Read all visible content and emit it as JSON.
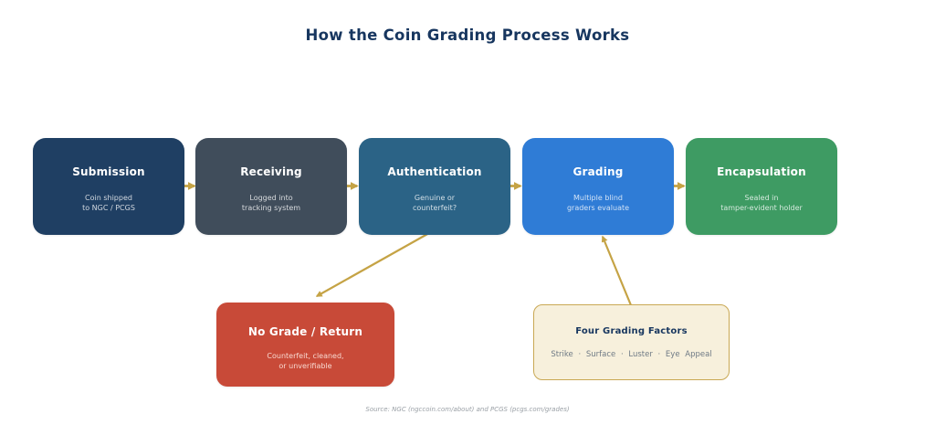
{
  "title": "How the Coin Grading Process Works",
  "process_steps": [
    {
      "label": "Submission",
      "description": "Coin shipped\nto NGC / PCGS",
      "color": "#1f3f63"
    },
    {
      "label": "Receiving",
      "description": "Logged into\ntracking system",
      "color": "#404d5b"
    },
    {
      "label": "Authentication",
      "description": "Genuine or\ncounterfeit?",
      "color": "#2b6386"
    },
    {
      "label": "Grading",
      "description": "Multiple blind\ngraders evaluate",
      "color": "#2f7cd6"
    },
    {
      "label": "Encapsulation",
      "description": "Sealed in\ntamper-evident holder",
      "color": "#3e9b63"
    }
  ],
  "branches": {
    "no_grade": {
      "label": "No Grade / Return",
      "description": "Counterfeit, cleaned,\nor unverifiable",
      "color": "#c84a38",
      "connected_from": "Authentication"
    },
    "factors": {
      "label": "Four Grading Factors",
      "description": "Strike · Surface · Luster · Eye Appeal",
      "bg_color": "#f7f0dc",
      "border_color": "#c9a854",
      "connected_to": "Grading"
    }
  },
  "source": "Source: NGC (ngccoin.com/about) and PCGS (pcgs.com/grades)",
  "colors": {
    "arrow": "#c5a345",
    "title_text": "#17365f",
    "background": "#ffffff"
  }
}
